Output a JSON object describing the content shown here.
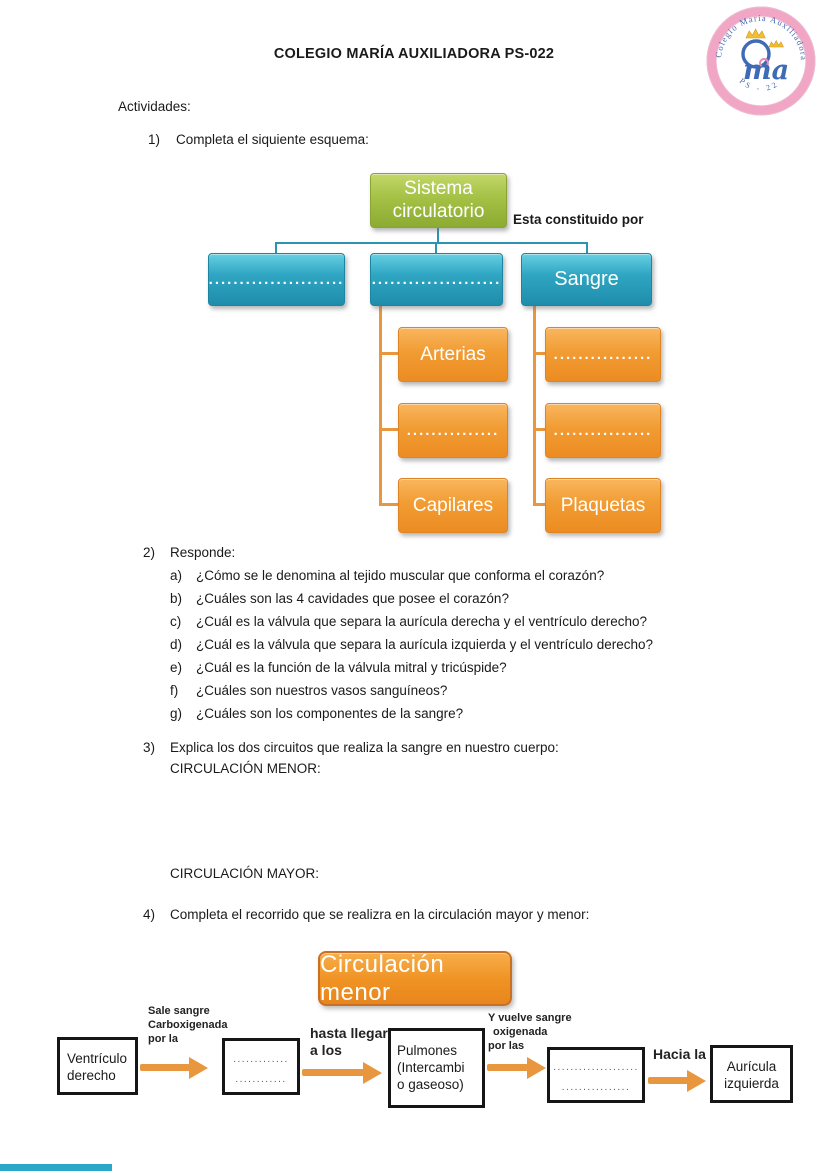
{
  "colors": {
    "teal": "#2FA5C2",
    "green": "#9DBA3F",
    "orange": "#EE9026",
    "arrow_orange": "#E9973F",
    "logo_pink": "#F0A6C4",
    "logo_blue": "#4468B1"
  },
  "header": {
    "title": "COLEGIO MARÍA AUXILIADORA PS-022",
    "logo": {
      "ring_text": "Colegio María Auxiliadora",
      "bottom_text": "PS - 22",
      "monogram": "ma"
    }
  },
  "intro": "Actividades:",
  "q1": {
    "number": "1)",
    "prompt": "Completa el siquiente esquema:",
    "scheme": {
      "root_line1": "Sistema",
      "root_line2": "circulatorio",
      "annotation": "Esta constituido por",
      "level1": [
        "......................",
        ".....................",
        "Sangre"
      ],
      "mid_children": [
        "Arterias",
        "...............",
        "Capilares"
      ],
      "right_children": [
        "................",
        "................",
        "Plaquetas"
      ]
    }
  },
  "q2": {
    "number": "2)",
    "prompt": "Responde:",
    "items": [
      {
        "letter": "a)",
        "text": "¿Cómo se le denomina al tejido muscular que conforma el corazón?"
      },
      {
        "letter": "b)",
        "text": "¿Cuáles son las 4 cavidades que posee el corazón?"
      },
      {
        "letter": "c)",
        "text": "¿Cuál es la válvula que separa la aurícula derecha y el ventrículo derecho?"
      },
      {
        "letter": "d)",
        "text": "¿Cuál es la válvula que separa la aurícula izquierda y el ventrículo derecho?"
      },
      {
        "letter": "e)",
        "text": "¿Cuál es la función de la válvula mitral y tricúspide?"
      },
      {
        "letter": "f)",
        "text": "¿Cuáles son nuestros vasos sanguíneos?"
      },
      {
        "letter": "g)",
        "text": "¿Cuáles son los componentes de la sangre?"
      }
    ]
  },
  "q3": {
    "number": "3)",
    "prompt": "Explica los dos circuitos que realiza la sangre en nuestro cuerpo:",
    "sub1": "CIRCULACIÓN MENOR:",
    "sub2": "CIRCULACIÓN MAYOR:"
  },
  "q4": {
    "number": "4)",
    "prompt": "Completa el recorrido que se realizra en la circulación mayor y menor:",
    "flow": {
      "title": "Circulación menor",
      "node1": {
        "line1": "Ventrículo",
        "line2": "derecho"
      },
      "node2": {
        "line1": ".............",
        "line2": "............"
      },
      "node3": {
        "line1": "Pulmones",
        "line2": "(Intercambi",
        "line3": "o gaseoso)"
      },
      "node4": {
        "line1": "....................",
        "line2": "................"
      },
      "node5": {
        "line1": "Aurícula",
        "line2": "izquierda"
      },
      "label1": {
        "line1": "Sale sangre",
        "line2": "Carboxigenada",
        "line3": "por la"
      },
      "label2": {
        "line1": "hasta llegar",
        "line2": "a los"
      },
      "label3": {
        "line1": "Y vuelve sangre",
        "line2": "oxigenada",
        "line3": "por las"
      },
      "label4": {
        "line1": "Hacia la"
      }
    }
  }
}
